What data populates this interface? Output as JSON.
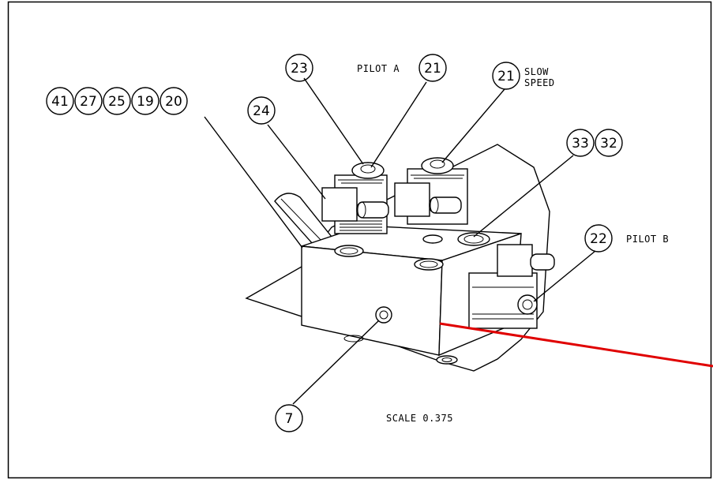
{
  "balloons": {
    "b41": "41",
    "b27": "27",
    "b25": "25",
    "b19": "19",
    "b20": "20",
    "b24": "24",
    "b23": "23",
    "b21a": "21",
    "b21b": "21",
    "b33": "33",
    "b32": "32",
    "b22": "22",
    "b7": "7"
  },
  "labels": {
    "pilot_a": "PILOT A",
    "slow_line1": "SLOW",
    "slow_line2": "SPEED",
    "pilot_b": "PILOT B",
    "scale": "SCALE  0.375"
  },
  "colors": {
    "leader": "#000000",
    "section_line": "#e00000"
  }
}
